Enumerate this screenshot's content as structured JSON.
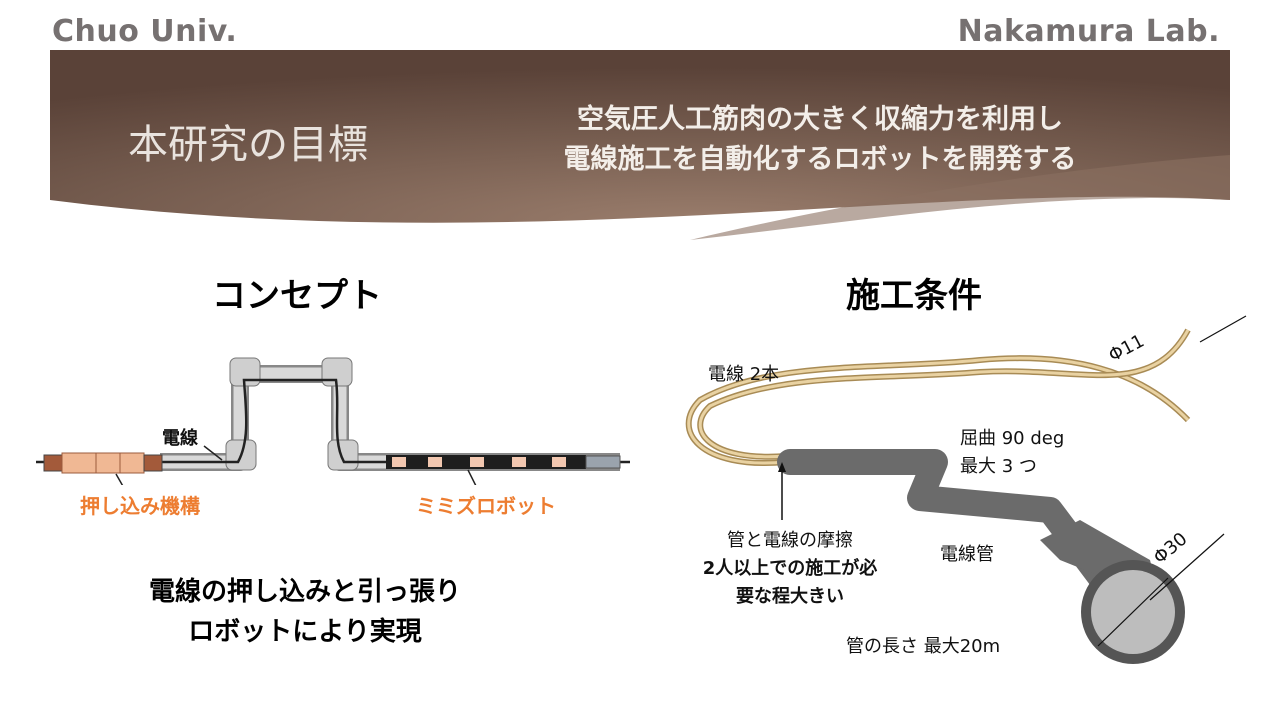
{
  "header": {
    "left": "Chuo Univ.",
    "right": "Nakamura Lab."
  },
  "banner": {
    "title": "本研究の目標",
    "goal_line1": "空気圧人工筋肉の大きく収縮力を利用し",
    "goal_line2": "電線施工を自動化するロボットを開発する"
  },
  "concept": {
    "heading": "コンセプト",
    "label_wire": "電線",
    "label_push": "押し込み機構",
    "label_robot": "ミミズロボット",
    "summary_line1": "電線の押し込みと引っ張り",
    "summary_line2": "ロボットにより実現"
  },
  "conditions": {
    "heading": "施工条件",
    "wire_count": "電線 2本",
    "diameter_wire": "Φ11",
    "bend_line1": "屈曲 90 deg",
    "bend_line2": "最大 3 つ",
    "friction_line1": "管と電線の摩擦",
    "friction_line2": "2人以上での施工が必",
    "friction_line3": "要な程大きい",
    "conduit": "電線管",
    "diameter_pipe": "Φ30",
    "pipe_length": "管の長さ 最大20m"
  },
  "colors": {
    "banner": "#6e5549",
    "accent_orange": "#ed7d31",
    "corner_text": "#767171",
    "wire": "#c8a86a",
    "conduit": "#6b6b6b"
  }
}
